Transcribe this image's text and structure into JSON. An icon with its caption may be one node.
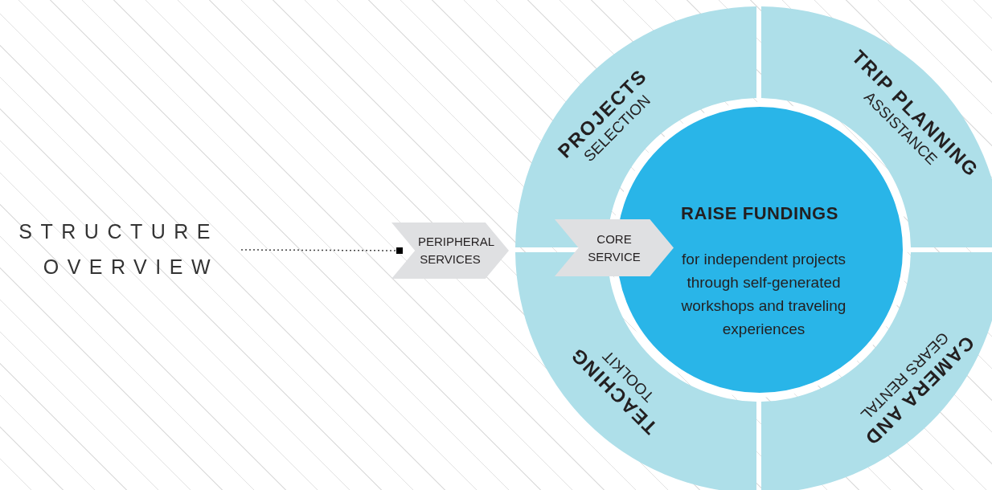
{
  "diagram": {
    "nodes": [
      {
        "text": [
          "STRUCTURE OVERVIEW"
        ]
      },
      {
        "text": [
          "PERIPHERAL SERVICES"
        ]
      },
      {
        "text": [
          "CORE SERVICE"
        ]
      },
      {
        "text": [
          "RAISE FUNDINGS",
          "for independent projects through self-generated workshops and traveling experiences"
        ]
      },
      {
        "text": [
          "PROJECTS",
          "SELECTION"
        ]
      },
      {
        "text": [
          "TRIP PLANNING",
          "ASSISTANCE"
        ]
      },
      {
        "text": [
          "TEACHING",
          "TOOLKIT"
        ]
      },
      {
        "text": [
          "CAMERA AND",
          "GEARS RENTAL"
        ]
      }
    ],
    "edges": [
      {
        "from": 0,
        "to": 1,
        "arrow": "other",
        "style": "dashed"
      }
    ]
  }
}
